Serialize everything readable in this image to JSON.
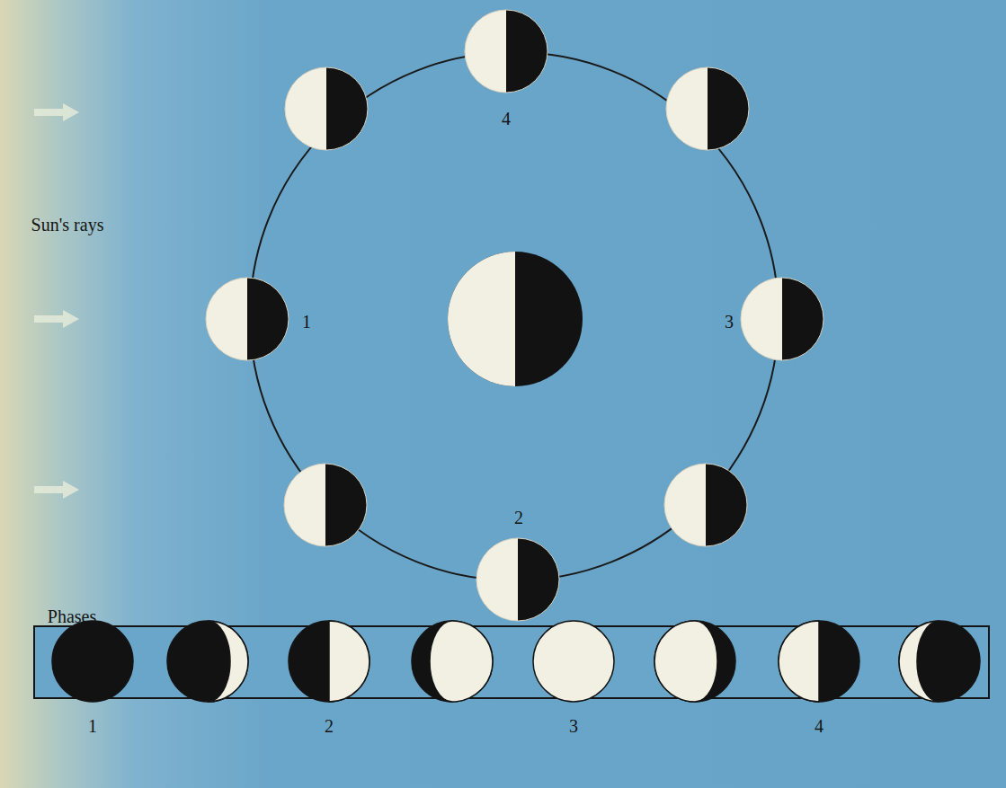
{
  "diagram": {
    "labels": [
      "Sun's rays",
      "4",
      "1",
      "3",
      "2",
      "Phases",
      "1",
      "2",
      "3",
      "4"
    ]
  }
}
